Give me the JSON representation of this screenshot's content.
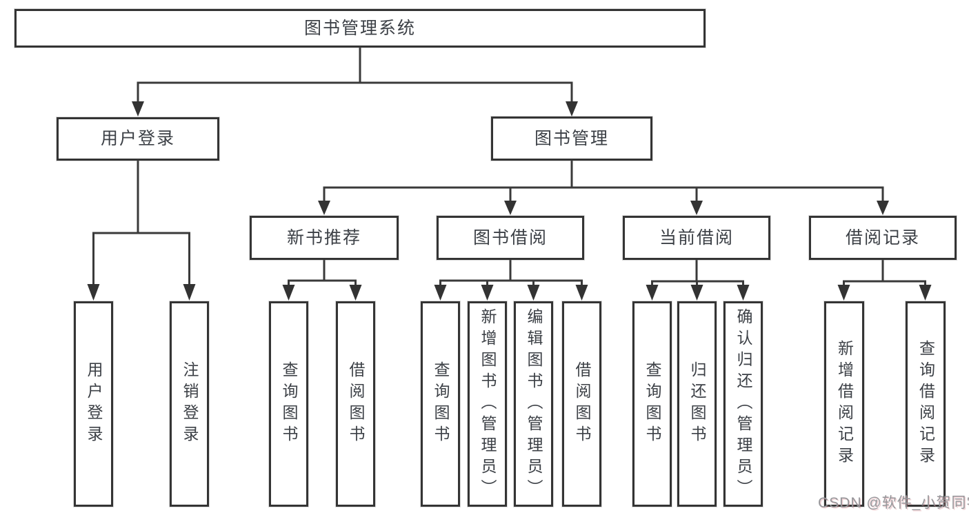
{
  "diagram": {
    "root": {
      "label": "图书管理系统"
    },
    "branches": [
      {
        "label": "用户登录",
        "children": [
          {
            "label": "用户登录"
          },
          {
            "label": "注销登录"
          }
        ]
      },
      {
        "label": "图书管理",
        "children": [
          {
            "label": "新书推荐",
            "children": [
              {
                "label": "查询图书"
              },
              {
                "label": "借阅图书"
              }
            ]
          },
          {
            "label": "图书借阅",
            "children": [
              {
                "label": "查询图书"
              },
              {
                "label": "新增图书（管理员）"
              },
              {
                "label": "编辑图书（管理员）"
              },
              {
                "label": "借阅图书"
              }
            ]
          },
          {
            "label": "当前借阅",
            "children": [
              {
                "label": "查询图书"
              },
              {
                "label": "归还图书"
              },
              {
                "label": "确认归还（管理员）"
              }
            ]
          },
          {
            "label": "借阅记录",
            "children": [
              {
                "label": "新增借阅记录"
              },
              {
                "label": "查询借阅记录"
              }
            ]
          }
        ]
      }
    ]
  },
  "watermark": {
    "text": "CSDN @软件_小贺同学"
  },
  "colors": {
    "line": "#3a3a3a",
    "arrow": "#333333",
    "text": "#3c4046",
    "watermark": "#96969a",
    "background": "#ffffff"
  }
}
